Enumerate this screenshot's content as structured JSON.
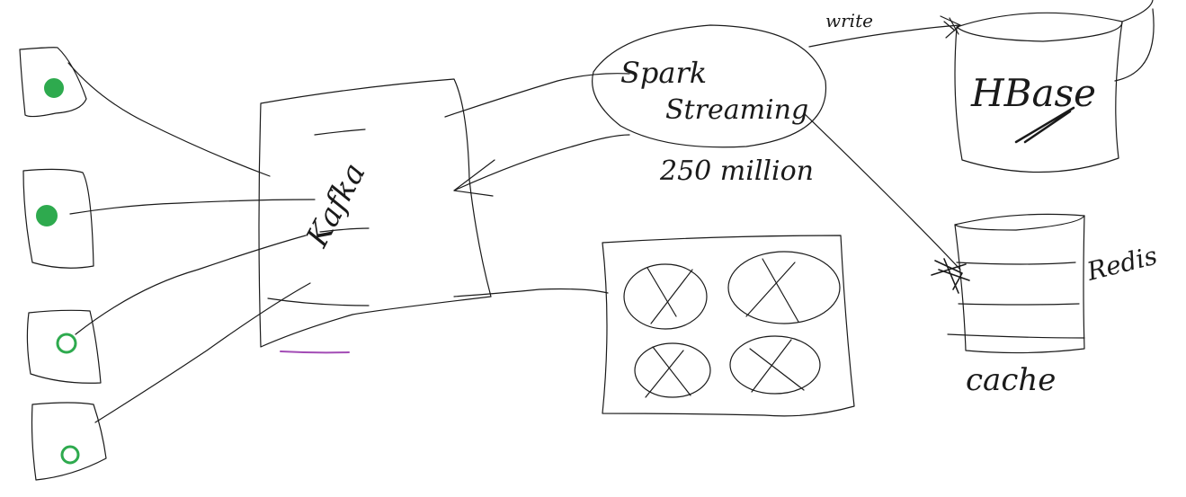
{
  "colors": {
    "ink": "#1a1a1a",
    "device_dot": "#2eaa4e",
    "underline": "#a24bb5",
    "background": "#ffffff"
  },
  "labels": {
    "kafka_box": "Kafka",
    "spark": "Spark",
    "streaming": "Streaming",
    "throughput": "250 million",
    "arrow_label": "write",
    "hbase": "HBase",
    "redis": "Redis",
    "cache": "cache"
  }
}
